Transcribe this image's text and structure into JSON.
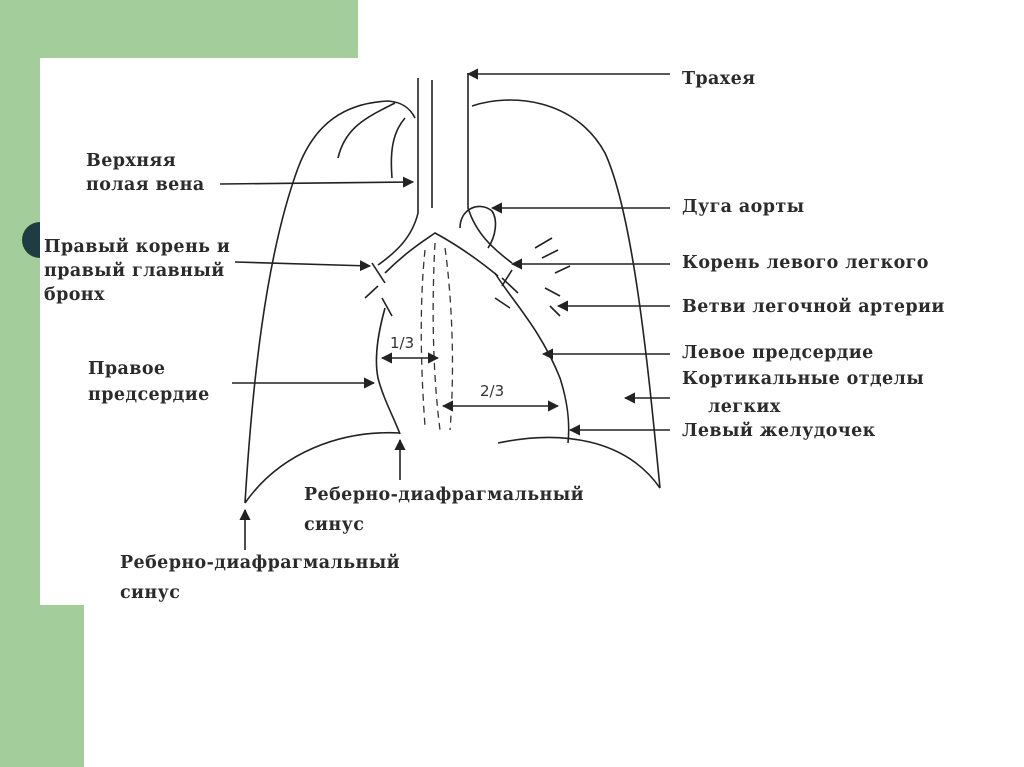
{
  "labels": {
    "trachea": "Трахея",
    "svc_line1": "Верхняя",
    "svc_line2": "полая вена",
    "aortic_arch": "Дуга аорты",
    "right_root_line1": "Правый корень и",
    "right_root_line2": "правый главный",
    "right_root_line3": "бронх",
    "left_root": "Корень левого легкого",
    "pulmonary_branches": "Ветви легочной артерии",
    "right_atrium_line1": "Правое",
    "right_atrium_line2": "предсердие",
    "left_atrium": "Левое предсердие",
    "cortical_line1": "Кортикальные отделы",
    "cortical_line2": "легких",
    "left_ventricle": "Левый желудочек",
    "sinus_right_line1": "Реберно-диафрагмальный",
    "sinus_right_line2": "синус",
    "sinus_left_line1": "Реберно-диафрагмальный",
    "sinus_left_line2": "синус"
  },
  "fractions": {
    "one_third": "1/3",
    "two_thirds": "2/3"
  },
  "colors": {
    "accent_green": "#a3cd9b",
    "dot": "#1f3b43",
    "line": "#222222"
  }
}
